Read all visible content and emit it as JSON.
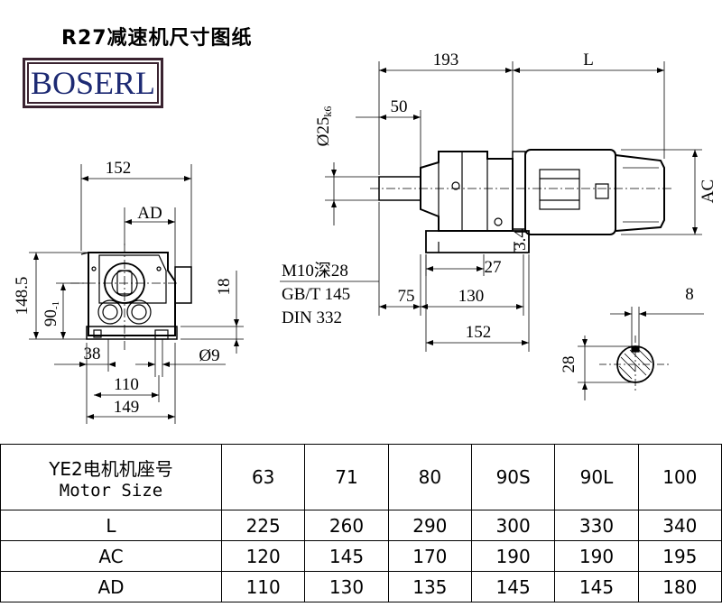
{
  "title": "R27减速机尺寸图纸",
  "logo": "BOSERL",
  "dims": {
    "d152a": "152",
    "dAD": "AD",
    "d1485": "148.5",
    "d90": "90",
    "d90sub": "-1",
    "d18": "18",
    "d38": "38",
    "d9": "Ø9",
    "d110": "110",
    "d149": "149",
    "d193": "193",
    "dL": "L",
    "d50": "50",
    "dShaft": "Ø25",
    "dShaftTol": "k6",
    "dAC": "AC",
    "d34": "3.4",
    "d27": "27",
    "note1": "M10深28",
    "note2": "GB/T 145",
    "note3": "DIN 332",
    "d75": "75",
    "d130": "130",
    "d152b": "152",
    "d8": "8",
    "d28": "28"
  },
  "table": {
    "header_cn": "YE2电机机座号",
    "header_en": "Motor Size",
    "sizes": [
      "63",
      "71",
      "80",
      "90S",
      "90L",
      "100"
    ],
    "rows": [
      {
        "label": "L",
        "values": [
          "225",
          "260",
          "290",
          "300",
          "330",
          "340"
        ]
      },
      {
        "label": "AC",
        "values": [
          "120",
          "145",
          "170",
          "190",
          "190",
          "195"
        ]
      },
      {
        "label": "AD",
        "values": [
          "110",
          "130",
          "135",
          "145",
          "145",
          "180"
        ]
      }
    ]
  }
}
